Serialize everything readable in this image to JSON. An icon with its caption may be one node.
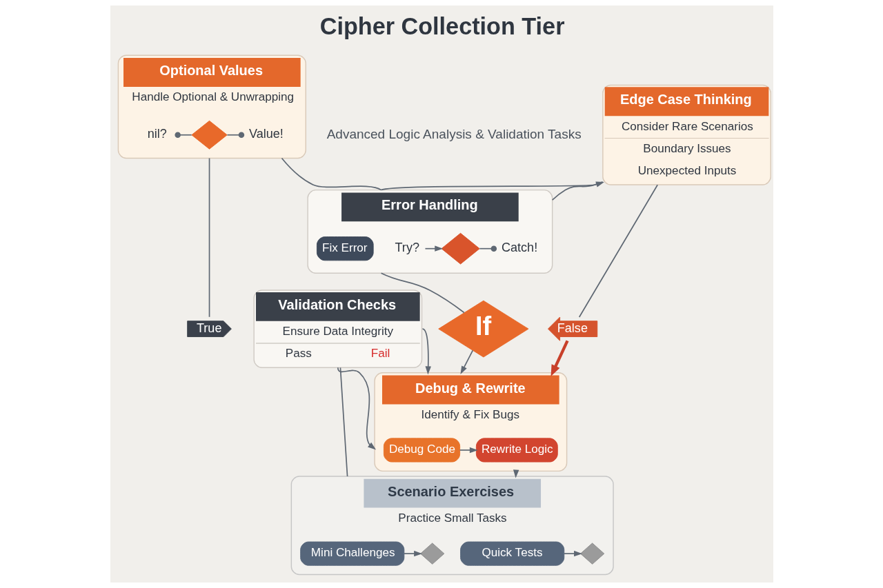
{
  "diagram": {
    "title": "Cipher Collection Tier",
    "nodes": [
      {
        "text": [
          "Optional Values",
          "Handle Optional & Unwrapping"
        ]
      },
      {
        "text": [
          "nil?"
        ],
        "in": 0
      },
      {
        "text": [],
        "shape": "diamond",
        "in": 0
      },
      {
        "text": [
          "Value!"
        ],
        "in": 0
      },
      {
        "text": [
          "Error Handling"
        ]
      },
      {
        "text": [
          "Try?"
        ],
        "in": 4
      },
      {
        "text": [],
        "shape": "diamond",
        "in": 4
      },
      {
        "text": [
          "Catch!"
        ],
        "in": 4
      },
      {
        "text": [
          "Fix Error"
        ],
        "in": 4
      },
      {
        "text": [
          "Edge Case Thinking",
          "Consider Rare Scenarios",
          "Boundary Issues",
          "Unexpected Inputs"
        ]
      },
      {
        "text": [
          "True"
        ]
      },
      {
        "text": [
          "If"
        ]
      },
      {
        "text": [
          "False"
        ]
      },
      {
        "text": [
          "Validation Checks",
          "Ensure Data Integrity",
          "Pass",
          "Fail"
        ]
      },
      {
        "text": [
          "Debug & Rewrite",
          "Identify & Fix Bugs"
        ]
      },
      {
        "text": [
          "Debug Code"
        ],
        "in": 14
      },
      {
        "text": [
          "Rewrite Logic"
        ],
        "in": 14
      },
      {
        "text": [
          "Scenario Exercises",
          "Practice Small Tasks"
        ]
      },
      {
        "text": [
          "Mini Challenges"
        ],
        "in": 17
      },
      {
        "text": [],
        "shape": "diamond",
        "in": 17
      },
      {
        "text": [
          "Quick Tests"
        ],
        "in": 17
      },
      {
        "text": [],
        "shape": "diamond",
        "in": 17
      }
    ],
    "edges": [
      {
        "from": 0,
        "to": 4,
        "arrow": "none"
      },
      {
        "from": 4,
        "to": 9,
        "arrow": "none"
      },
      {
        "from": 4,
        "to": 9,
        "arrow": "to"
      },
      {
        "from": 1,
        "to": 2,
        "arrow": "other"
      },
      {
        "from": 2,
        "to": 3,
        "arrow": "other"
      },
      {
        "from": 5,
        "to": 6,
        "arrow": "to"
      },
      {
        "from": 6,
        "to": 7,
        "arrow": "other"
      },
      {
        "from": 4,
        "to": 11,
        "arrow": "none"
      },
      {
        "from": 0,
        "to": 10,
        "arrow": "none"
      },
      {
        "from": 9,
        "to": 12,
        "arrow": "none"
      },
      {
        "from": 11,
        "to": 14,
        "arrow": "to"
      },
      {
        "from": 12,
        "to": 14,
        "arrow": "to",
        "style": "thick",
        "color": "#c8402a"
      },
      {
        "from": 13,
        "to": 17,
        "arrow": "none"
      },
      {
        "from": 13,
        "to": 14,
        "arrow": "to"
      },
      {
        "from": 13,
        "to": 14,
        "arrow": "to"
      },
      {
        "from": 14,
        "to": 17,
        "arrow": "to"
      },
      {
        "from": 15,
        "to": 16,
        "arrow": "to"
      },
      {
        "from": 18,
        "to": 19,
        "arrow": "to"
      },
      {
        "from": 20,
        "to": 21,
        "arrow": "to"
      }
    ],
    "labels": [
      "Advanced Logic Analysis & Validation Tasks"
    ]
  }
}
